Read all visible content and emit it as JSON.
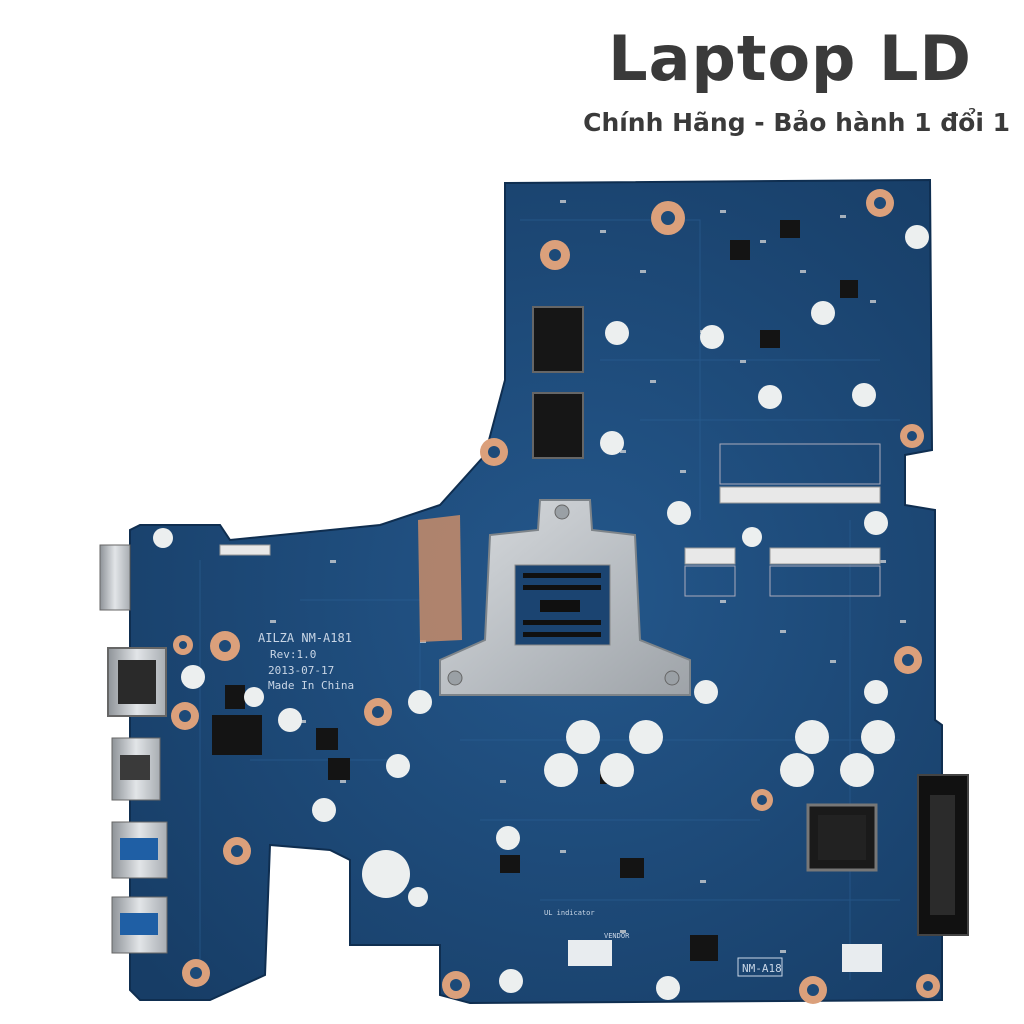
{
  "header": {
    "title": "Laptop LD",
    "subtitle": "Chính Hãng - Bảo hành 1 đổi 1"
  },
  "board": {
    "silkscreen": {
      "model": "AILZA NM-A181",
      "rev": "Rev:1.0",
      "date": "2013-07-17",
      "origin": "Made In China",
      "bottom_label": "NM-A18",
      "label_ul": "UL indicator",
      "label_vendor": "VENDOR"
    },
    "colors": {
      "pcb": "#1d4a78",
      "pcb_dark": "#163a60",
      "silver": "#c4c8cc",
      "copper": "#d9a070",
      "chip": "#1a1a1a"
    }
  }
}
